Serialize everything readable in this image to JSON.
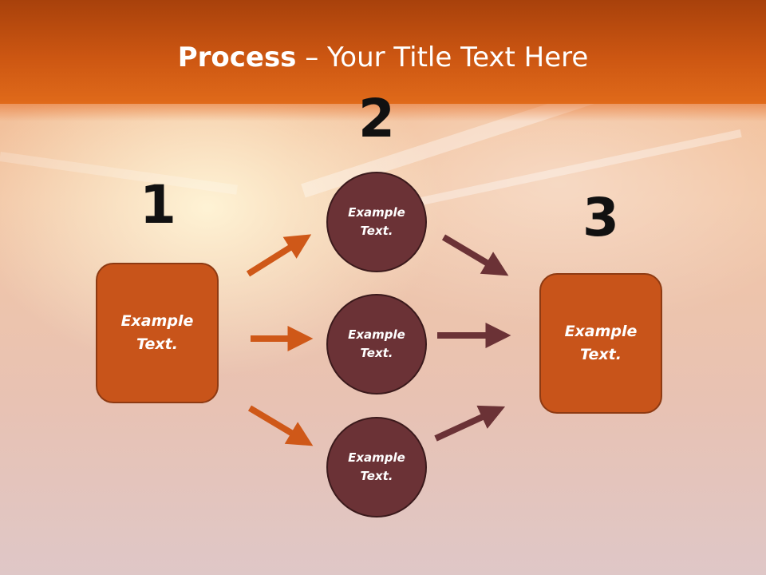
{
  "slide": {
    "title_bold": "Process",
    "title_rest": " – Your Title Text Here"
  },
  "numbers": {
    "n1": "1",
    "n2": "2",
    "n3": "3"
  },
  "left_box": {
    "text": "Example\nText."
  },
  "circles": [
    {
      "text": "Example\nText."
    },
    {
      "text": "Example\nText."
    },
    {
      "text": "Example\nText."
    }
  ],
  "right_box": {
    "text": "Example\nText."
  },
  "colors": {
    "header": "#cc5612",
    "box_fill": "#c8541a",
    "circle_fill": "#6b3236",
    "arrow_orange": "#cf5818",
    "arrow_maroon": "#6b3236"
  }
}
